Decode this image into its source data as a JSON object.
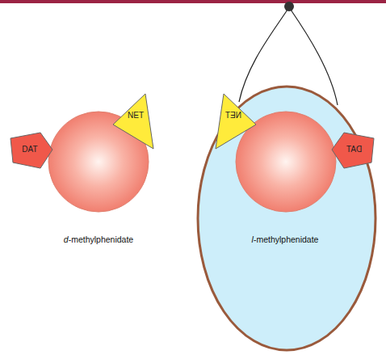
{
  "diagram": {
    "nodes": [
      {
        "text": [
          "NET"
        ]
      },
      {
        "text": [
          "DAT"
        ]
      },
      {
        "text": [
          "l-methylphenidate"
        ]
      },
      {
        "text": [
          "NET"
        ],
        "in": 2
      },
      {
        "text": [
          "DAT"
        ],
        "in": 2
      }
    ],
    "labels": [
      "d-methylphenidate"
    ]
  }
}
